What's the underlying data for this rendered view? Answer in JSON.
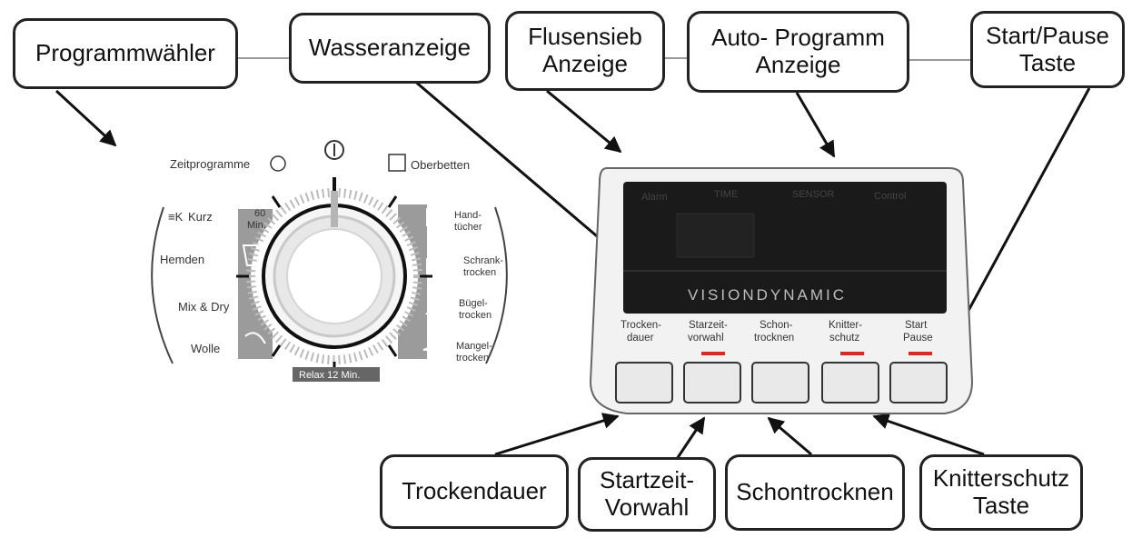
{
  "callouts": {
    "programmwaehler": "Programmwähler",
    "wasseranzeige": "Wasseranzeige",
    "flusensieb": "Flusensieb\nAnzeige",
    "auto_programm": "Auto- Programm\nAnzeige",
    "start_pause": "Start/Pause\nTaste",
    "trockendauer": "Trockendauer",
    "startzeit": "Startzeit-\nVorwahl",
    "schontrocknen": "Schontrocknen",
    "knitterschutz": "Knitterschutz\nTaste"
  },
  "dial": {
    "off_symbol": "0",
    "zeitprogramme": "Zeitprogramme",
    "oberbetten": "Oberbetten",
    "kurz": "Kurz",
    "kurz_mark": "≡K",
    "min60_a": "60",
    "min60_b": "Min.",
    "hemden": "Hemden",
    "mix_dry": "Mix & Dry",
    "wolle": "Wolle",
    "handtuecher_a": "Hand-",
    "handtuecher_b": "tücher",
    "schranktrocken_a": "Schrank-",
    "schranktrocken_b": "trocken",
    "buegeltrocken_a": "Bügel-",
    "buegeltrocken_b": "trocken",
    "mangeltrocken_a": "Mangel-",
    "mangeltrocken_b": "trocken",
    "relax": "Relax 12 Min."
  },
  "panel": {
    "indicators": {
      "alarm": "Alarm",
      "time": "TIME",
      "sensor": "SENSOR",
      "control": "Control"
    },
    "brand": "VISIONDYNAMIC",
    "buttons": [
      {
        "line1": "Trocken-",
        "line2": "dauer"
      },
      {
        "line1": "Starzeit-",
        "line2": "vorwahl"
      },
      {
        "line1": "Schon-",
        "line2": "trocknen"
      },
      {
        "line1": "Knitter-",
        "line2": "schutz"
      },
      {
        "line1": "Start",
        "line2": "Pause"
      }
    ]
  },
  "colors": {
    "display": "#1a1a1a",
    "led": "#d42a2a",
    "accent_grey": "#9b9b9b"
  }
}
